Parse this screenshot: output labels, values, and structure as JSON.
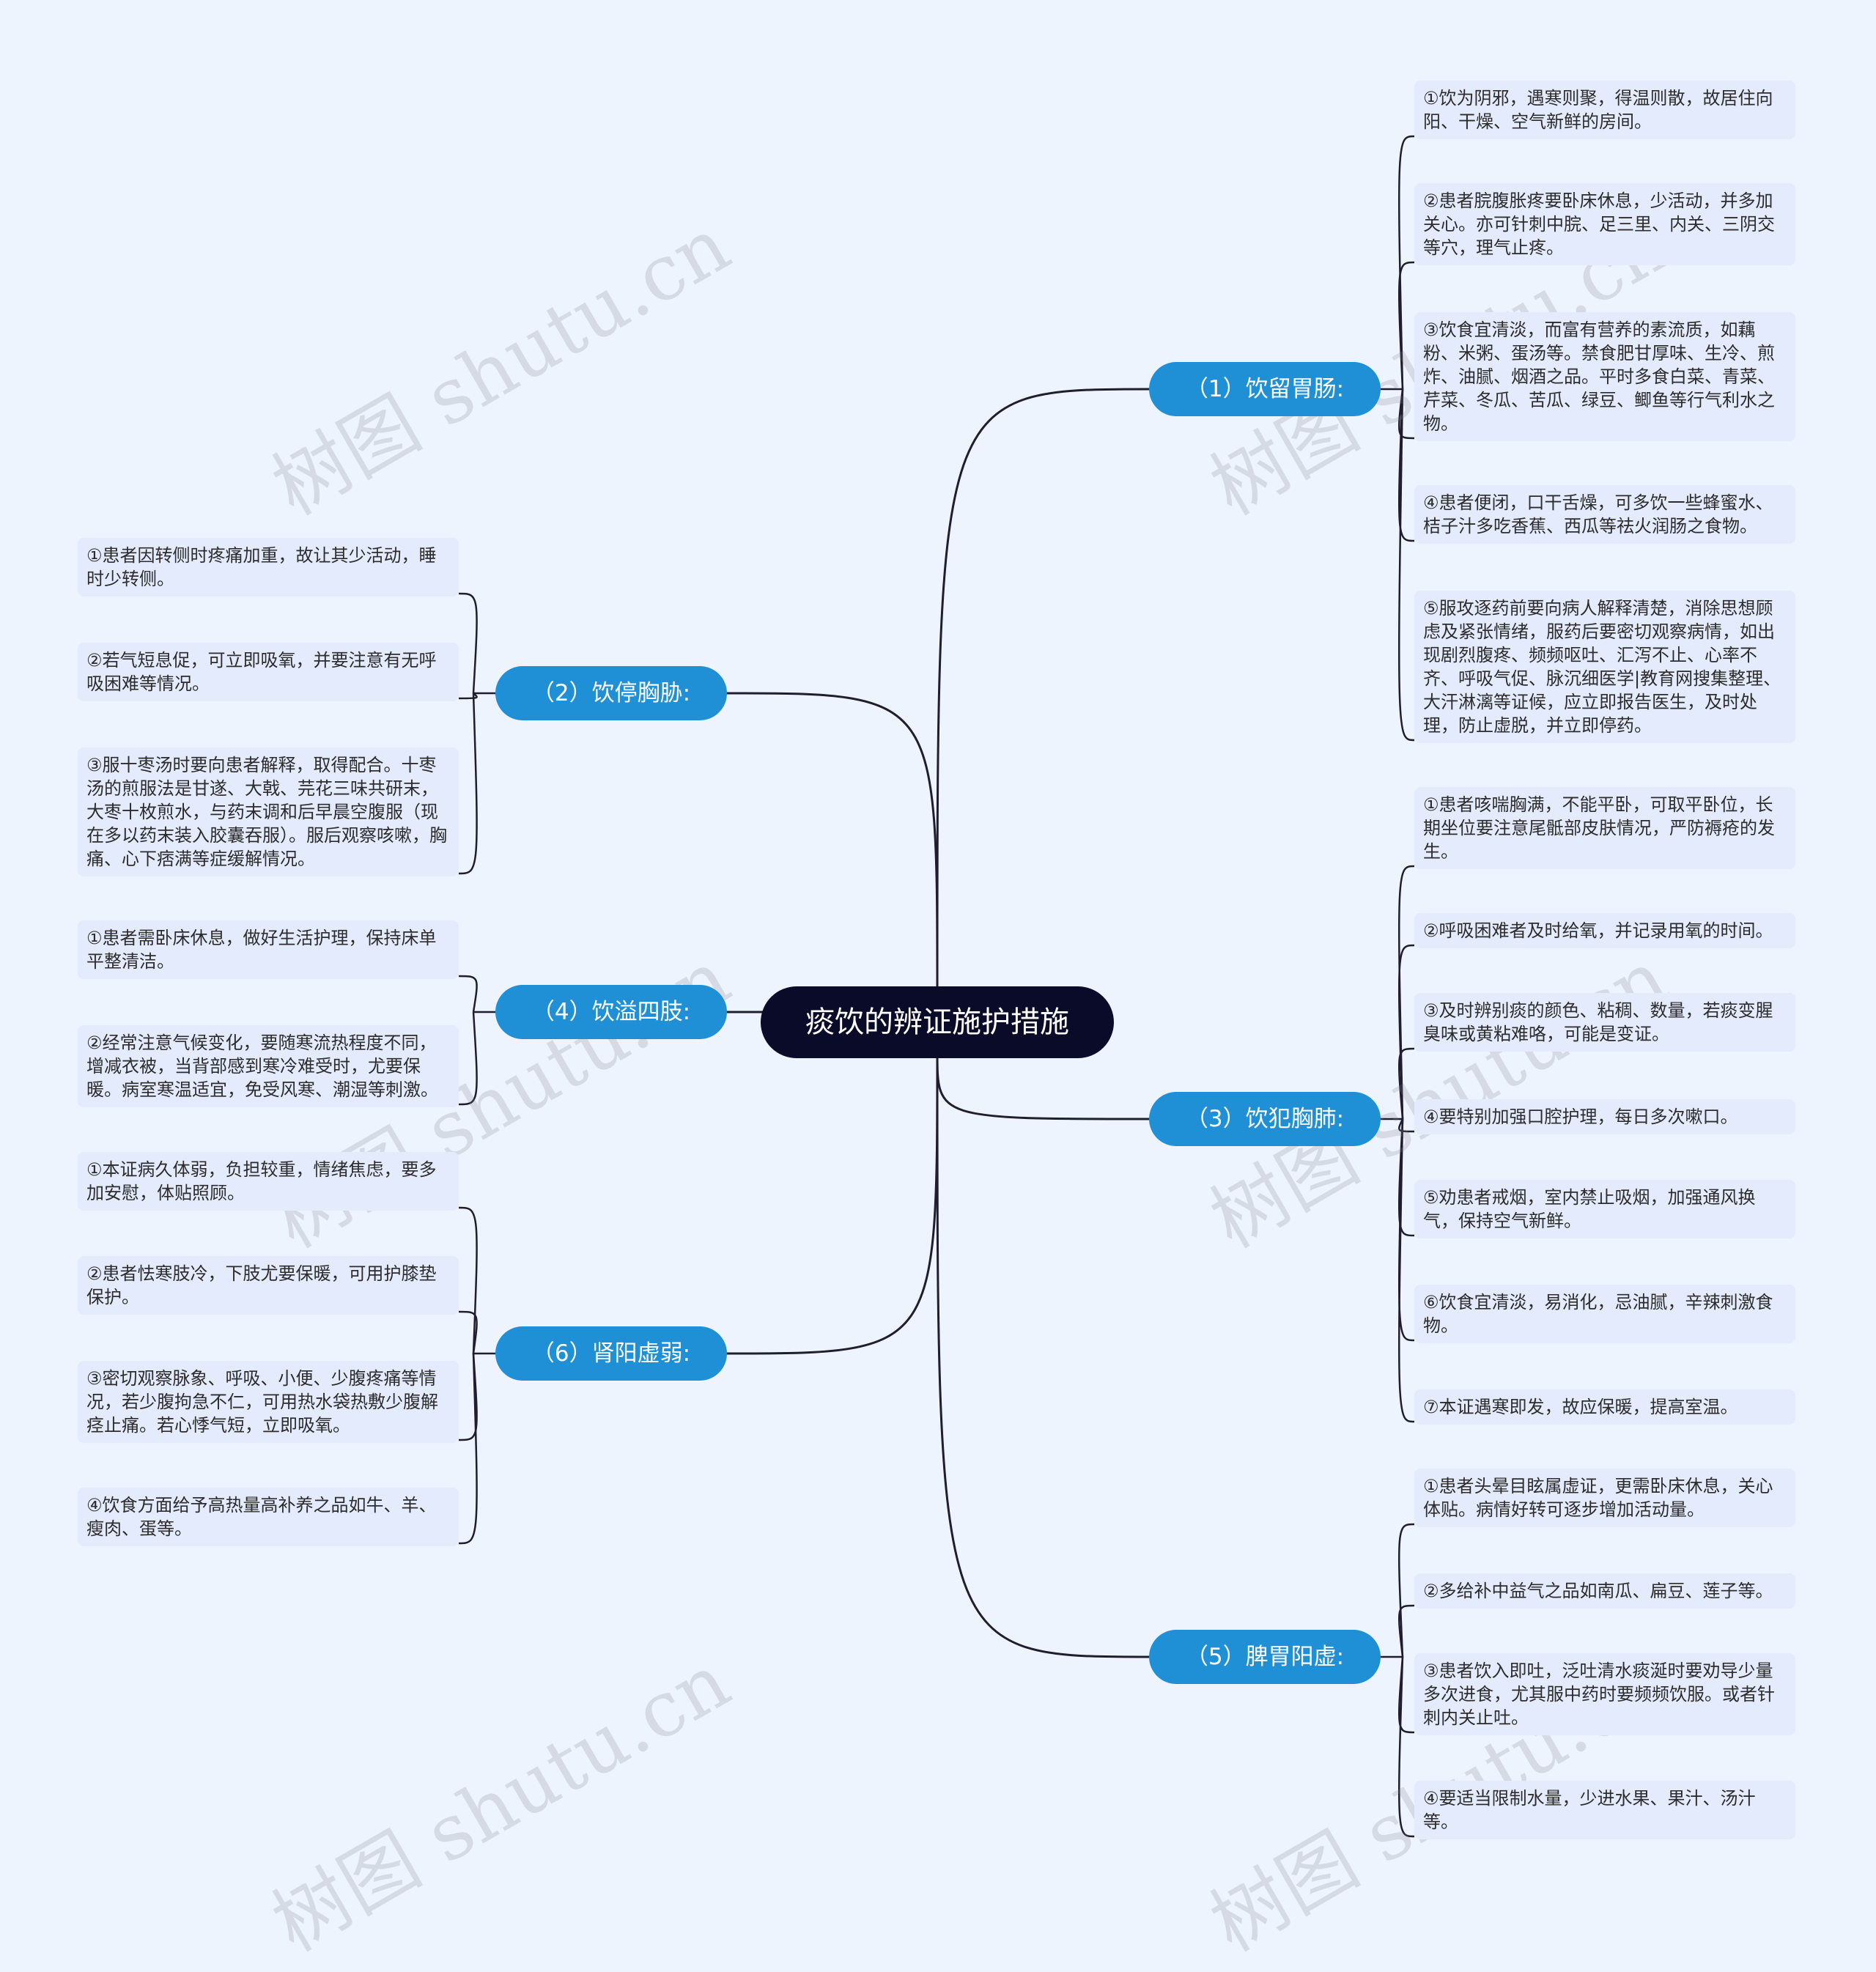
{
  "root": {
    "title": "痰饮的辨证施护措施"
  },
  "watermark": "树图 shutu.cn",
  "colors": {
    "background": "#eef4fe",
    "root": "#0a0a29",
    "branch": "#1f8fd6",
    "leaf": "#e3ebfc",
    "line": "#1e1e2e"
  },
  "branches": [
    {
      "label": "（1）饮留胃肠:",
      "leaves": [
        "①饮为阴邪，遇寒则聚，得温则散，故居住向阳、干燥、空气新鲜的房间。",
        "②患者脘腹胀疼要卧床休息，少活动，并多加关心。亦可针刺中脘、足三里、内关、三阴交等穴，理气止疼。",
        "③饮食宜清淡，而富有营养的素流质，如藕粉、米粥、蛋汤等。禁食肥甘厚味、生冷、煎炸、油腻、烟酒之品。平时多食白菜、青菜、芹菜、冬瓜、苦瓜、绿豆、鲫鱼等行气利水之物。",
        "④患者便闭，口干舌燥，可多饮一些蜂蜜水、桔子汁多吃香蕉、西瓜等祛火润肠之食物。",
        "⑤服攻逐药前要向病人解释清楚，消除思想顾虑及紧张情绪，服药后要密切观察病情，如出现剧烈腹疼、频频呕吐、汇泻不止、心率不齐、呼吸气促、脉沉细医学|教育网搜集整理、大汗淋漓等证候，应立即报告医生，及时处理，防止虚脱，并立即停药。"
      ]
    },
    {
      "label": "（2）饮停胸胁:",
      "leaves": [
        "①患者因转侧时疼痛加重，故让其少活动，睡时少转侧。",
        "②若气短息促，可立即吸氧，并要注意有无呼吸困难等情况。",
        "③服十枣汤时要向患者解释，取得配合。十枣汤的煎服法是甘遂、大戟、芫花三味共研末，大枣十枚煎水，与药末调和后早晨空腹服（现在多以药末装入胶囊吞服）。服后观察咳嗽，胸痛、心下痞满等症缓解情况。"
      ]
    },
    {
      "label": "（3）饮犯胸肺:",
      "leaves": [
        "①患者咳喘胸满，不能平卧，可取平卧位，长期坐位要注意尾骶部皮肤情况，严防褥疮的发生。",
        "②呼吸困难者及时给氧，并记录用氧的时间。",
        "③及时辨别痰的颜色、粘稠、数量，若痰变腥臭味或黄粘难咯，可能是变证。",
        "④要特别加强口腔护理，每日多次嗽口。",
        "⑤劝患者戒烟，室内禁止吸烟，加强通风换气，保持空气新鲜。",
        "⑥饮食宜清淡，易消化，忌油腻，辛辣刺激食物。",
        "⑦本证遇寒即发，故应保暖，提高室温。"
      ]
    },
    {
      "label": "（4）饮溢四肢:",
      "leaves": [
        "①患者需卧床休息，做好生活护理，保持床单平整清洁。",
        "②经常注意气候变化，要随寒流热程度不同，增减衣被，当背部感到寒冷难受时，尤要保暖。病室寒温适宜，免受风寒、潮湿等刺激。"
      ]
    },
    {
      "label": "（5）脾胃阳虚:",
      "leaves": [
        "①患者头晕目眩属虚证，更需卧床休息，关心体贴。病情好转可逐步增加活动量。",
        "②多给补中益气之品如南瓜、扁豆、莲子等。",
        "③患者饮入即吐，泛吐清水痰涎时要劝导少量多次进食，尤其服中药时要频频饮服。或者针刺内关止吐。",
        "④要适当限制水量，少进水果、果汁、汤汁等。"
      ]
    },
    {
      "label": "（6）肾阳虚弱:",
      "leaves": [
        "①本证病久体弱，负担较重，情绪焦虑，要多加安慰，体贴照顾。",
        "②患者怯寒肢冷，下肢尤要保暖，可用护膝垫保护。",
        "③密切观察脉象、呼吸、小便、少腹疼痛等情况，若少腹拘急不仁，可用热水袋热敷少腹解痉止痛。若心悸气短，立即吸氧。",
        "④饮食方面给予高热量高补养之品如牛、羊、瘦肉、蛋等。"
      ]
    }
  ]
}
